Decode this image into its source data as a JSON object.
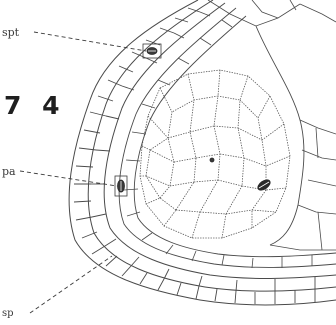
{
  "figure": {
    "number": "7 4",
    "labels": {
      "spt": "spt",
      "pa": "pa",
      "spm": "sp"
    }
  },
  "colors": {
    "ink": "#3a3a3a",
    "paper": "#ffffff"
  }
}
